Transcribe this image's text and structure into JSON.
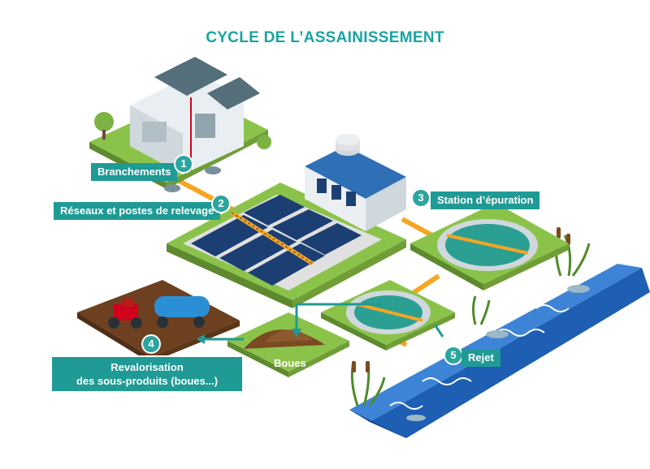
{
  "title": "CYCLE DE L’ASSAINISSEMENT",
  "steps": [
    {
      "number": "1",
      "label": "Branchements"
    },
    {
      "number": "2",
      "label": "Réseaux et postes de relevage"
    },
    {
      "number": "3",
      "label": "Station d’épuration"
    },
    {
      "number": "4",
      "label_line1": "Revalorisation",
      "label_line2": "des sous-produits (boues...)"
    },
    {
      "number": "5",
      "label": "Rejet"
    }
  ],
  "boues_label": "Boues",
  "colors": {
    "title": "#1aa3a3",
    "label_bg": "#1f9a95",
    "grass": "#8bc34a",
    "water": "#1e5fb3",
    "pipe": "#f5a623"
  }
}
